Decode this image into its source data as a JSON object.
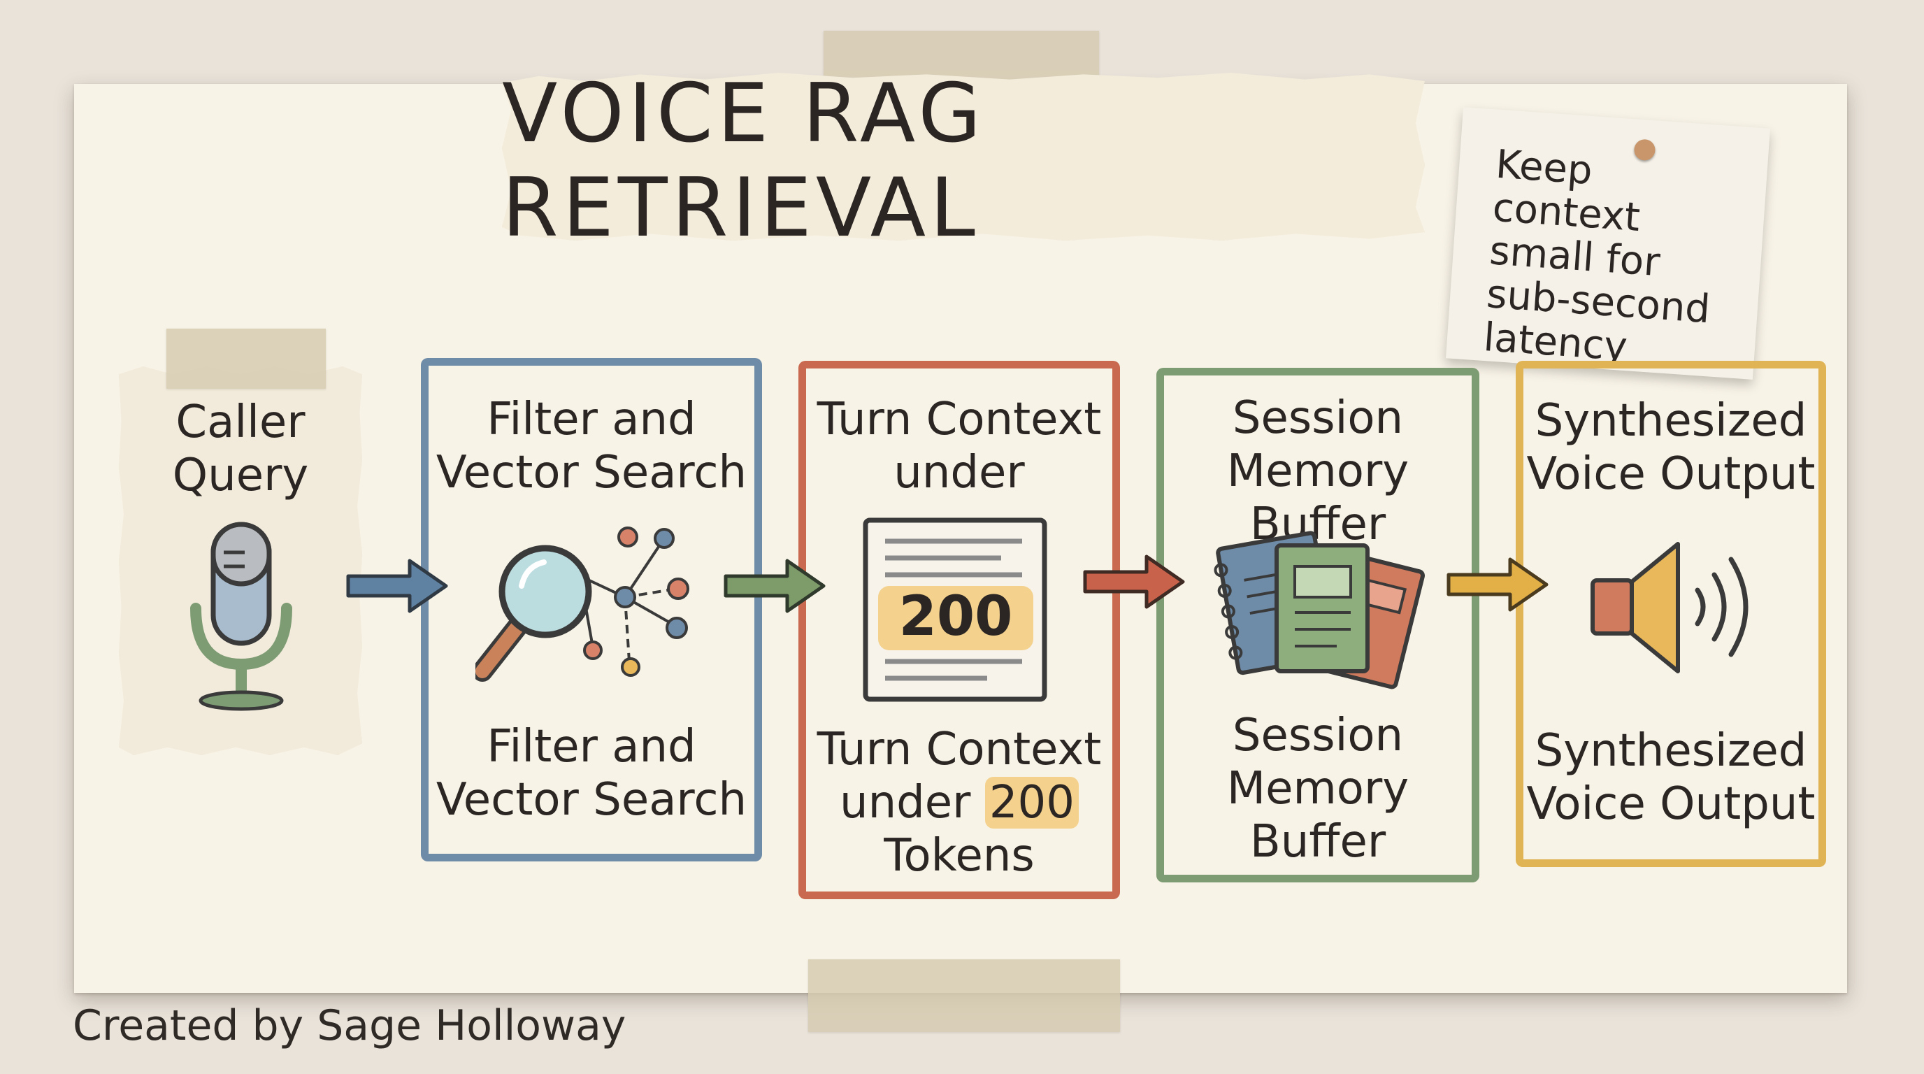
{
  "title": "VOICE RAG RETRIEVAL",
  "note": {
    "lines": [
      "Keep context",
      "small for",
      "sub-second",
      "latency"
    ]
  },
  "steps": [
    {
      "id": "query",
      "title_lines": [
        "Caller",
        "Query"
      ],
      "icon": "microphone-icon",
      "color": "#6e8ba8"
    },
    {
      "id": "search",
      "title_lines": [
        "Filter and",
        "Vector Search"
      ],
      "caption_lines": [
        "Filter and",
        "Vector Search"
      ],
      "icon": "magnifier-network-icon",
      "color": "#6e8ba8"
    },
    {
      "id": "context",
      "title_lines": [
        "Turn Context",
        "under"
      ],
      "badge": "200",
      "caption_line1": "Turn Context",
      "caption_line2_prefix": "under ",
      "caption_line2_highlight": "200",
      "caption_line3": "Tokens",
      "icon": "document-icon",
      "color": "#c96a50"
    },
    {
      "id": "memory",
      "title_lines": [
        "Session",
        "Memory Buffer"
      ],
      "caption_lines": [
        "Session",
        "Memory",
        "Buffer"
      ],
      "icon": "notebooks-icon",
      "color": "#7e9c74"
    },
    {
      "id": "voice",
      "title_lines": [
        "Synthesized",
        "Voice Output"
      ],
      "caption_lines": [
        "Synthesized",
        "Voice Output"
      ],
      "icon": "speaker-icon",
      "color": "#e0b455"
    }
  ],
  "arrow_colors": [
    "#5f82a3",
    "#7e9c6a",
    "#c9624a",
    "#e3b048"
  ],
  "credit": "Created by Sage Holloway"
}
